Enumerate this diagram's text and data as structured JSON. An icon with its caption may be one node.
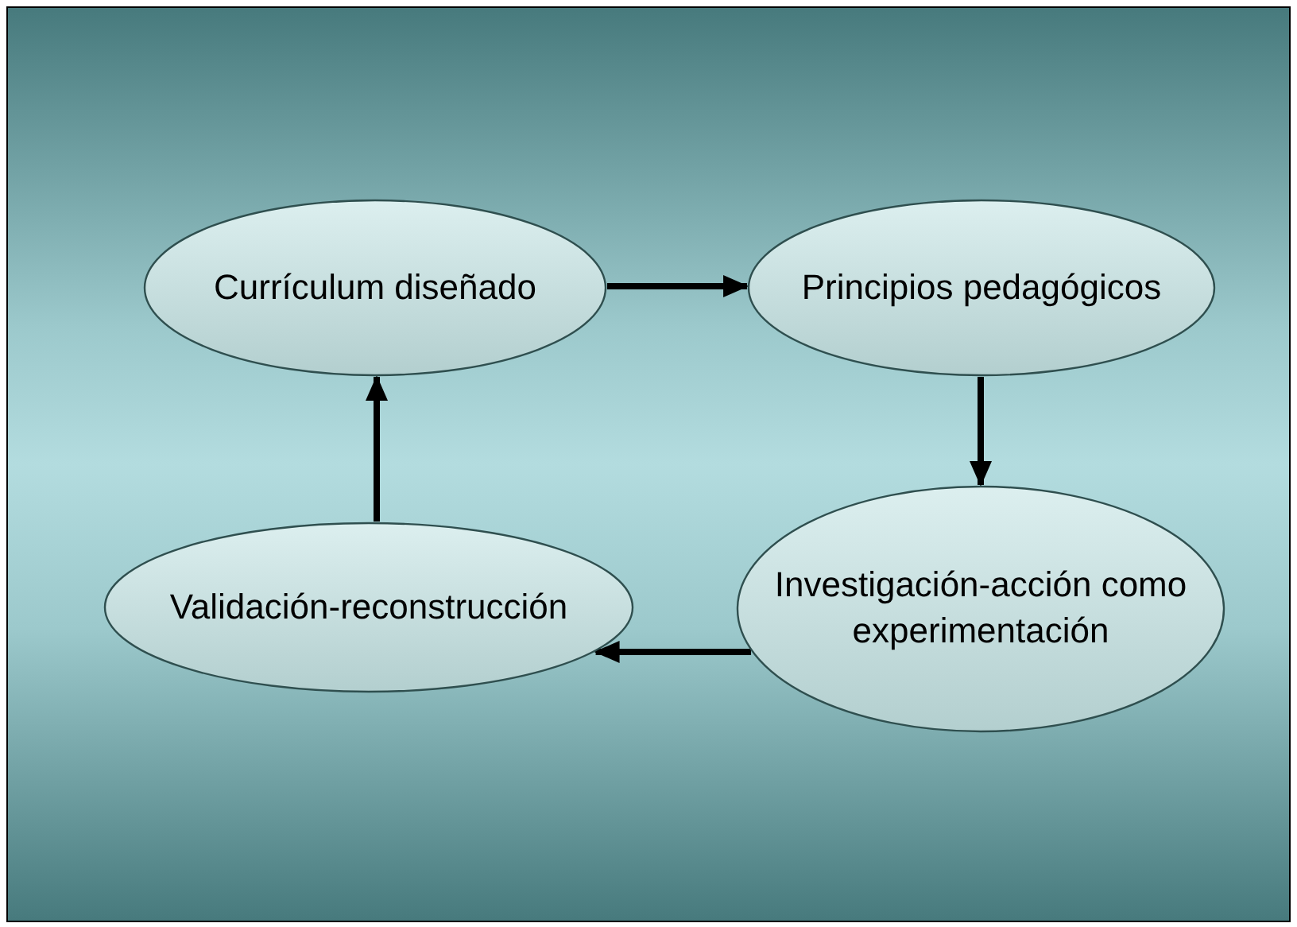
{
  "diagram": {
    "nodes": [
      {
        "text": [
          "Currículum diseñado"
        ]
      },
      {
        "text": [
          "Principios pedagógicos"
        ]
      },
      {
        "text": [
          "Investigación-acción como experimentación"
        ]
      },
      {
        "text": [
          "Validación-reconstrucción"
        ]
      }
    ],
    "edges": [
      {
        "from": 0,
        "to": 1,
        "arrow": "to"
      },
      {
        "from": 1,
        "to": 2,
        "arrow": "to"
      },
      {
        "from": 2,
        "to": 3,
        "arrow": "to"
      },
      {
        "from": 3,
        "to": 0,
        "arrow": "to"
      }
    ]
  }
}
